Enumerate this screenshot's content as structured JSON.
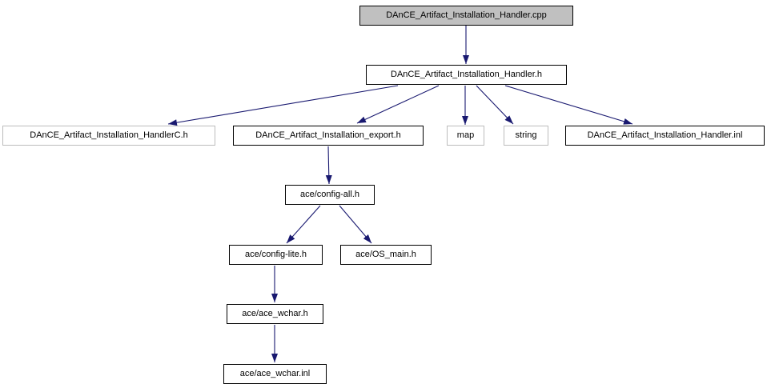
{
  "graph": {
    "type": "include-dependency-graph",
    "root": "DAnCE_Artifact_Installation_Handler.cpp",
    "nodes": [
      {
        "id": "handler-cpp",
        "label": "DAnCE_Artifact_Installation_Handler.cpp",
        "style": "current",
        "clickable": false
      },
      {
        "id": "handler-h",
        "label": "DAnCE_Artifact_Installation_Handler.h",
        "style": "linked",
        "clickable": true
      },
      {
        "id": "handlerc-h",
        "label": "DAnCE_Artifact_Installation_HandlerC.h",
        "style": "plain",
        "clickable": false
      },
      {
        "id": "export-h",
        "label": "DAnCE_Artifact_Installation_export.h",
        "style": "linked",
        "clickable": true
      },
      {
        "id": "map",
        "label": "map",
        "style": "plain",
        "clickable": false
      },
      {
        "id": "string",
        "label": "string",
        "style": "plain",
        "clickable": false
      },
      {
        "id": "handler-inl",
        "label": "DAnCE_Artifact_Installation_Handler.inl",
        "style": "linked",
        "clickable": true
      },
      {
        "id": "config-all",
        "label": "ace/config-all.h",
        "style": "linked",
        "clickable": true
      },
      {
        "id": "config-lite",
        "label": "ace/config-lite.h",
        "style": "linked",
        "clickable": true
      },
      {
        "id": "os-main",
        "label": "ace/OS_main.h",
        "style": "linked",
        "clickable": true
      },
      {
        "id": "ace-wchar-h",
        "label": "ace/ace_wchar.h",
        "style": "linked",
        "clickable": true
      },
      {
        "id": "ace-wchar-inl",
        "label": "ace/ace_wchar.inl",
        "style": "linked",
        "clickable": true
      }
    ],
    "edges": [
      {
        "from": "handler-cpp",
        "to": "handler-h"
      },
      {
        "from": "handler-h",
        "to": "handlerc-h"
      },
      {
        "from": "handler-h",
        "to": "export-h"
      },
      {
        "from": "handler-h",
        "to": "map"
      },
      {
        "from": "handler-h",
        "to": "string"
      },
      {
        "from": "handler-h",
        "to": "handler-inl"
      },
      {
        "from": "export-h",
        "to": "config-all"
      },
      {
        "from": "config-all",
        "to": "config-lite"
      },
      {
        "from": "config-all",
        "to": "os-main"
      },
      {
        "from": "config-lite",
        "to": "ace-wchar-h"
      },
      {
        "from": "ace-wchar-h",
        "to": "ace-wchar-inl"
      }
    ],
    "colors": {
      "edge": "#191970",
      "node_border": "#000000",
      "muted_node_border": "#bcbcbc",
      "current_node_fill": "#c0c0c0",
      "node_fill": "#ffffff",
      "text": "#000000",
      "background": "#ffffff"
    }
  }
}
